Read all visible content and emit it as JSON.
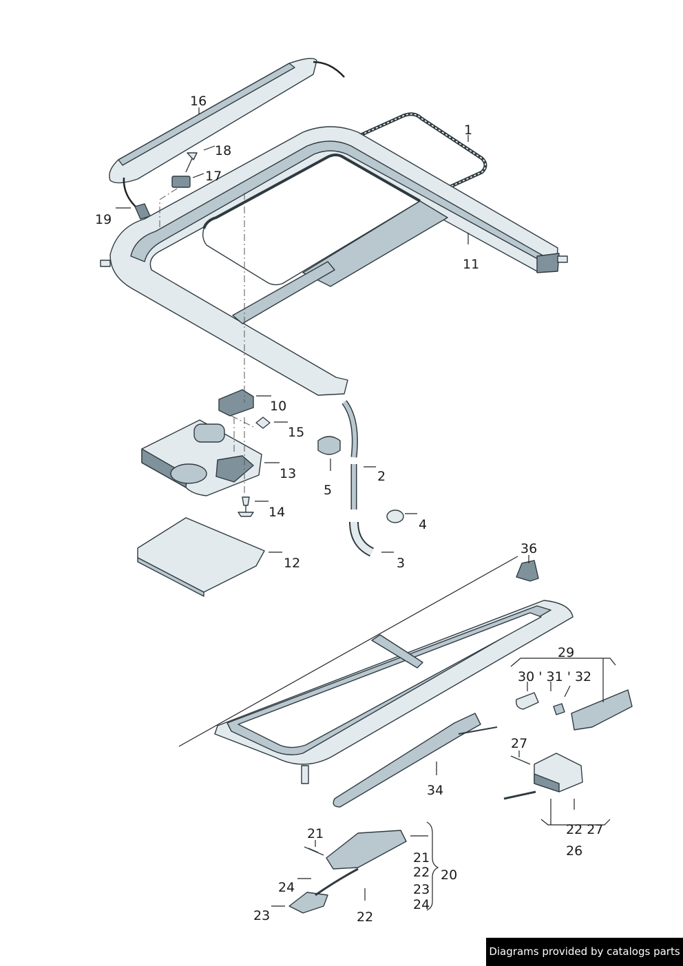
{
  "callouts": {
    "c1": "1",
    "c2": "2",
    "c3": "3",
    "c4": "4",
    "c5": "5",
    "c10": "10",
    "c11": "11",
    "c12": "12",
    "c13": "13",
    "c14": "14",
    "c15": "15",
    "c16": "16",
    "c17": "17",
    "c18": "18",
    "c19": "19",
    "c20": "20",
    "c21a": "21",
    "c21b": "21",
    "c22a": "22",
    "c22b": "22",
    "c23a": "23",
    "c23b": "23",
    "c24a": "24",
    "c24b": "24",
    "c26": "26",
    "c2227": "22 27",
    "c27": "27",
    "c29": "29",
    "c303132": "30 ' 31 ' 32",
    "c34": "34",
    "c36": "36"
  },
  "credit": "Diagrams provided by catalogs parts"
}
